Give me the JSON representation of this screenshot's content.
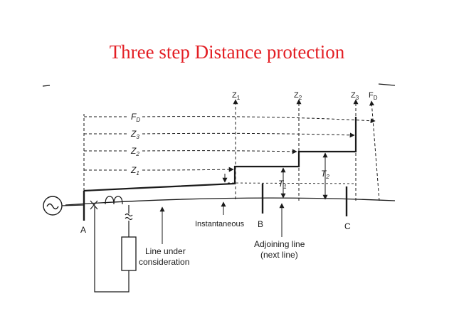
{
  "title": "Three step Distance protection",
  "zones": {
    "fd": "F",
    "fd_sub": "D",
    "z3": "Z",
    "z3_sub": "3",
    "z2": "Z",
    "z2_sub": "2",
    "z1": "Z",
    "z1_sub": "1"
  },
  "times": {
    "t1": "T",
    "t1_sub": "1",
    "t2": "T",
    "t2_sub": "2"
  },
  "buses": {
    "a": "A",
    "b": "B",
    "c": "C"
  },
  "annotations": {
    "instantaneous": "Instantaneous",
    "line_under_1": "Line under",
    "line_under_2": "consideration",
    "adjoining_1": "Adjoining line",
    "adjoining_2": "(next line)"
  },
  "colors": {
    "title": "#e31e24",
    "ink": "#1a1a1a"
  }
}
